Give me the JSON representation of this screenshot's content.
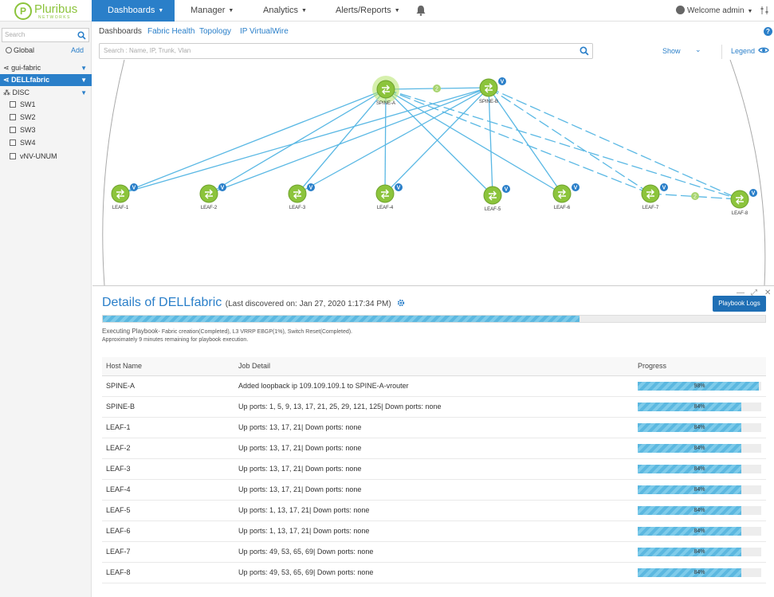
{
  "brand": {
    "name": "Pluribus",
    "sub": "NETWORKS",
    "mark": "P"
  },
  "nav": {
    "dashboards": "Dashboards",
    "manager": "Manager",
    "analytics": "Analytics",
    "alerts": "Alerts/Reports",
    "user": "Welcome admin"
  },
  "sidebar": {
    "search_placeholder": "Search",
    "global": "Global",
    "add": "Add",
    "tree": [
      {
        "label": "gui-fabric"
      },
      {
        "label": "DELLfabric"
      },
      {
        "label": "DISC"
      }
    ],
    "switches": [
      "SW1",
      "SW2",
      "SW3",
      "SW4",
      "vNV-UNUM"
    ]
  },
  "subnav": {
    "dashboards": "Dashboards",
    "fabric_health": "Fabric Health",
    "topology": "Topology",
    "ip_virtualwire": "IP VirtualWire",
    "help": "?"
  },
  "topo_search_placeholder": "Search : Name, IP, Trunk, Vlan",
  "show": "Show",
  "legend": "Legend",
  "topology": {
    "badge": "V",
    "link_count": "2",
    "nodes": [
      {
        "name": "SPINE-A"
      },
      {
        "name": "SPINE-B"
      },
      {
        "name": "LEAF-1"
      },
      {
        "name": "LEAF-2"
      },
      {
        "name": "LEAF-3"
      },
      {
        "name": "LEAF-4"
      },
      {
        "name": "LEAF-5"
      },
      {
        "name": "LEAF-6"
      },
      {
        "name": "LEAF-7"
      },
      {
        "name": "LEAF-8"
      }
    ]
  },
  "details": {
    "title": "Details of DELLfabric",
    "subtitle": "(Last discovered on: Jan 27, 2020 1:17:34 PM)",
    "playbook_logs": "Playbook Logs",
    "overall_progress": 0.72,
    "executing_prefix": "Executing Playbook-",
    "executing_detail": " Fabric creation(Completed), L3 VRRP EBGP(1%), Switch Reset(Completed).",
    "remaining": "Approximately 9 minutes remaining for playbook execution.",
    "columns": {
      "host": "Host Name",
      "job": "Job Detail",
      "progress": "Progress"
    },
    "rows": [
      {
        "host": "SPINE-A",
        "job": "Added loopback ip 109.109.109.1 to SPINE-A-vrouter",
        "progress": 98
      },
      {
        "host": "SPINE-B",
        "job": "Up ports: 1, 5, 9, 13, 17, 21, 25, 29, 121, 125| Down ports: none",
        "progress": 84
      },
      {
        "host": "LEAF-1",
        "job": "Up ports: 13, 17, 21| Down ports: none",
        "progress": 84
      },
      {
        "host": "LEAF-2",
        "job": "Up ports: 13, 17, 21| Down ports: none",
        "progress": 84
      },
      {
        "host": "LEAF-3",
        "job": "Up ports: 13, 17, 21| Down ports: none",
        "progress": 84
      },
      {
        "host": "LEAF-4",
        "job": "Up ports: 13, 17, 21| Down ports: none",
        "progress": 84
      },
      {
        "host": "LEAF-5",
        "job": "Up ports: 1, 13, 17, 21| Down ports: none",
        "progress": 84
      },
      {
        "host": "LEAF-6",
        "job": "Up ports: 1, 13, 17, 21| Down ports: none",
        "progress": 84
      },
      {
        "host": "LEAF-7",
        "job": "Up ports: 49, 53, 65, 69| Down ports: none",
        "progress": 84
      },
      {
        "host": "LEAF-8",
        "job": "Up ports: 49, 53, 65, 69| Down ports: none",
        "progress": 84
      }
    ]
  },
  "colors": {
    "primary": "#2a7fc9",
    "brand_green": "#8cc43c",
    "link": "#5ab8e4",
    "node": "#8cc43c"
  }
}
